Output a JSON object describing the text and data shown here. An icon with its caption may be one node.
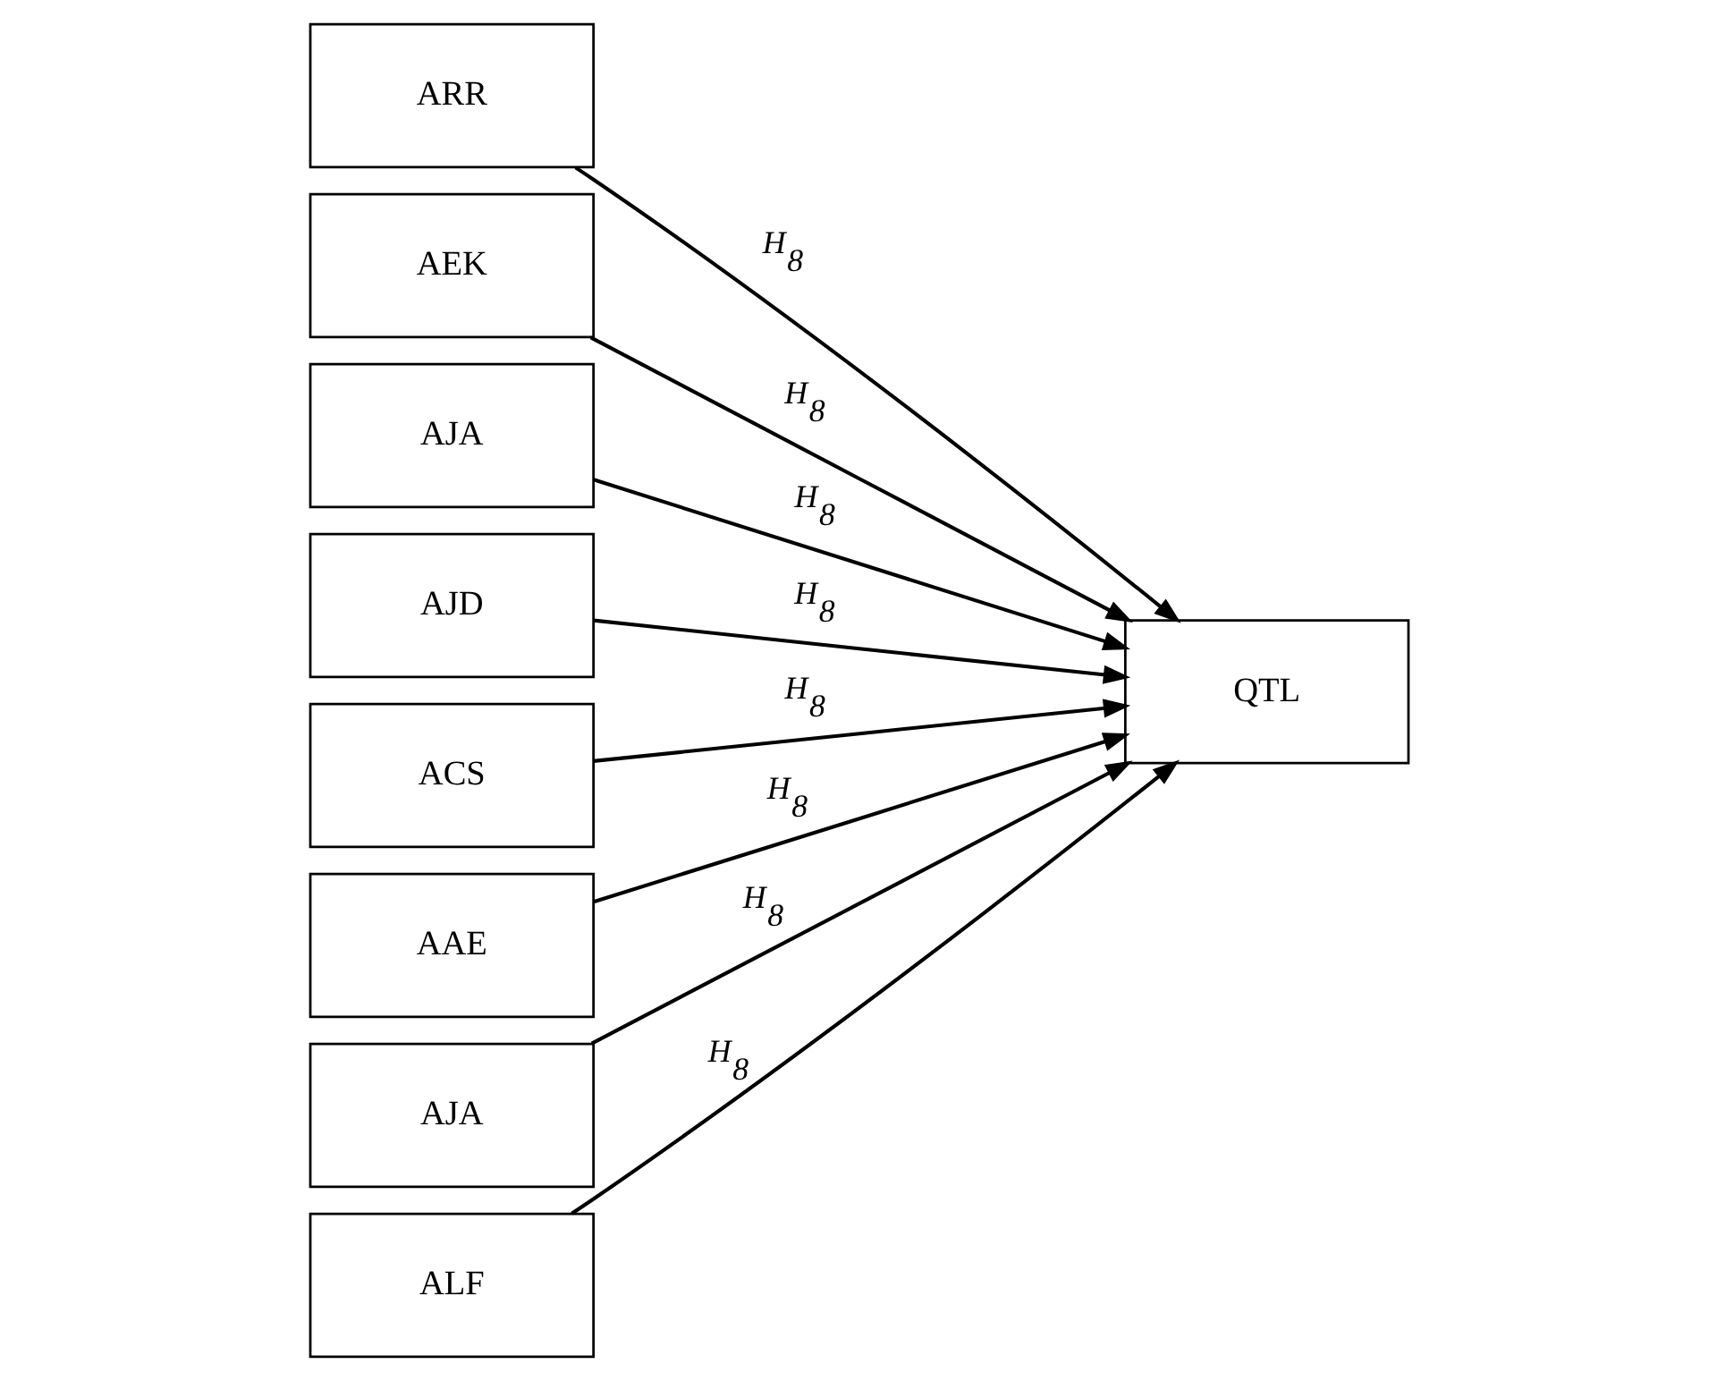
{
  "diagram": {
    "nodes": [
      {
        "text": [
          "ARR"
        ]
      },
      {
        "text": [
          "AEK"
        ]
      },
      {
        "text": [
          "AJA"
        ]
      },
      {
        "text": [
          "AJD"
        ]
      },
      {
        "text": [
          "ACS"
        ]
      },
      {
        "text": [
          "AAE"
        ]
      },
      {
        "text": [
          "AJA"
        ]
      },
      {
        "text": [
          "ALF"
        ]
      },
      {
        "text": [
          "QTL"
        ]
      }
    ],
    "edges": [
      {
        "from": 0,
        "to": 8,
        "arrow": "to",
        "label": "H$_{8}$"
      },
      {
        "from": 1,
        "to": 8,
        "arrow": "to",
        "label": "H$_{8}$"
      },
      {
        "from": 2,
        "to": 8,
        "arrow": "to",
        "label": "H$_{8}$"
      },
      {
        "from": 3,
        "to": 8,
        "arrow": "to",
        "label": "H$_{8}$"
      },
      {
        "from": 4,
        "to": 8,
        "arrow": "to",
        "label": "H$_{8}$"
      },
      {
        "from": 5,
        "to": 8,
        "arrow": "to",
        "label": "H$_{8}$"
      },
      {
        "from": 6,
        "to": 8,
        "arrow": "to",
        "label": "H$_{8}$"
      },
      {
        "from": 7,
        "to": 8,
        "arrow": "to",
        "label": "H$_{8}$"
      }
    ]
  }
}
